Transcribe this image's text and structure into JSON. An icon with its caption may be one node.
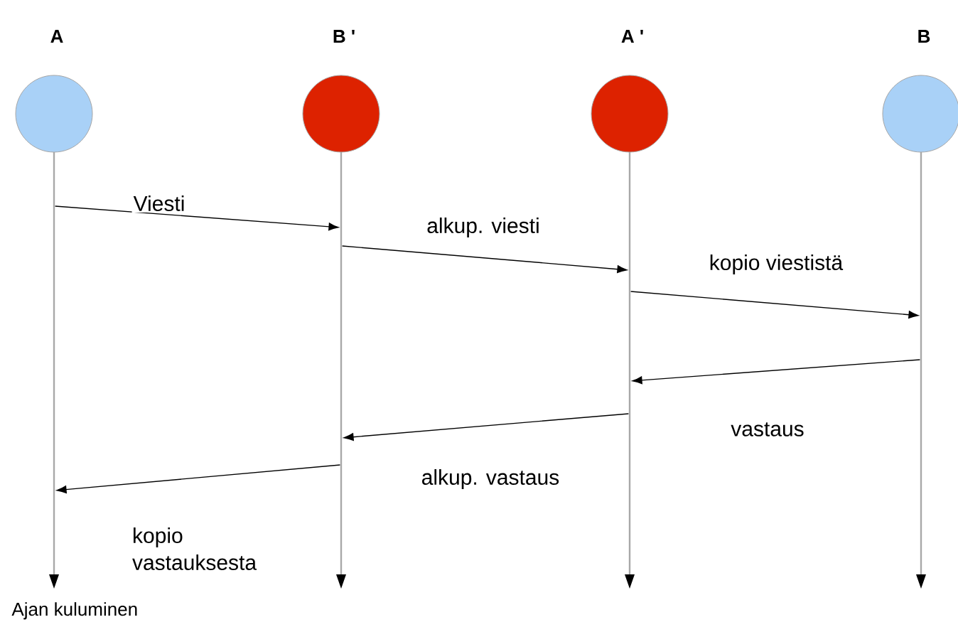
{
  "diagram": {
    "nodes": [
      {
        "text": [
          "A"
        ]
      },
      {
        "text": [
          "B '"
        ]
      },
      {
        "text": [
          "A '"
        ]
      },
      {
        "text": [
          "B"
        ]
      },
      {
        "text": [],
        "shape": "bar"
      },
      {
        "text": [],
        "shape": "bar"
      },
      {
        "text": [],
        "shape": "bar"
      },
      {
        "text": [],
        "shape": "bar"
      }
    ],
    "edges": [
      {
        "from": 4,
        "to": 5,
        "arrow": "to",
        "label": "Viesti"
      },
      {
        "from": 5,
        "to": 6,
        "arrow": "to",
        "label": "alkup. viesti"
      },
      {
        "from": 6,
        "to": 7,
        "arrow": "to",
        "label": "kopio viestistä"
      },
      {
        "from": 7,
        "to": 6,
        "arrow": "to",
        "label": "vastaus"
      },
      {
        "from": 6,
        "to": 5,
        "arrow": "to",
        "label": "alkup. vastaus"
      },
      {
        "from": 5,
        "to": 4,
        "arrow": "to",
        "label": "kopio vastauksesta"
      }
    ],
    "labels": [
      "Ajan kuluminen"
    ]
  }
}
